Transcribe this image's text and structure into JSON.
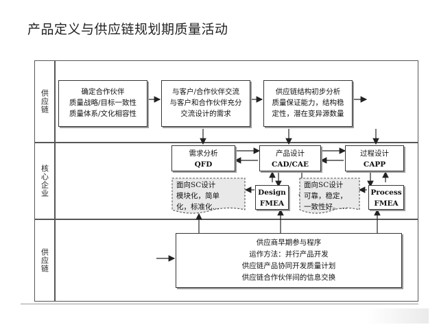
{
  "title": "产品定义与供应链规划期质量活动",
  "lanes": {
    "top": "供应链",
    "middle": "核心企业",
    "bottom": "供应链"
  },
  "boxes": {
    "partner": [
      "确定合作伙伴",
      "质量战略/目标一致性",
      "质量体系/文化相容性"
    ],
    "exchange": [
      "与客户/合作伙伴交流",
      "与客户和合作伙伴充分",
      "交流设计的需求"
    ],
    "structure": [
      "供应链结构初步分析",
      "质量保证能力，结构稳",
      "定性，潜在变异源数量"
    ],
    "qfd": [
      "需求分析",
      "QFD"
    ],
    "cad": [
      "产品设计",
      "CAD/CAE"
    ],
    "capp": [
      "过程设计",
      "CAPP"
    ],
    "dfmea": [
      "Design",
      "FMEA"
    ],
    "pfmea": [
      "Process",
      "FMEA"
    ],
    "supplier": [
      "供应商早期参与程序",
      "运作方法：并行产品开发",
      "供应链产品协同开发质量计划",
      "供应链合作伙伴间的信息交换"
    ]
  },
  "notes": {
    "left": [
      "面向SC设计",
      "模块化，简单",
      "化，标准化…"
    ],
    "right": [
      "面向SC设计",
      "可靠，稳定，",
      "一致性好。…"
    ]
  }
}
